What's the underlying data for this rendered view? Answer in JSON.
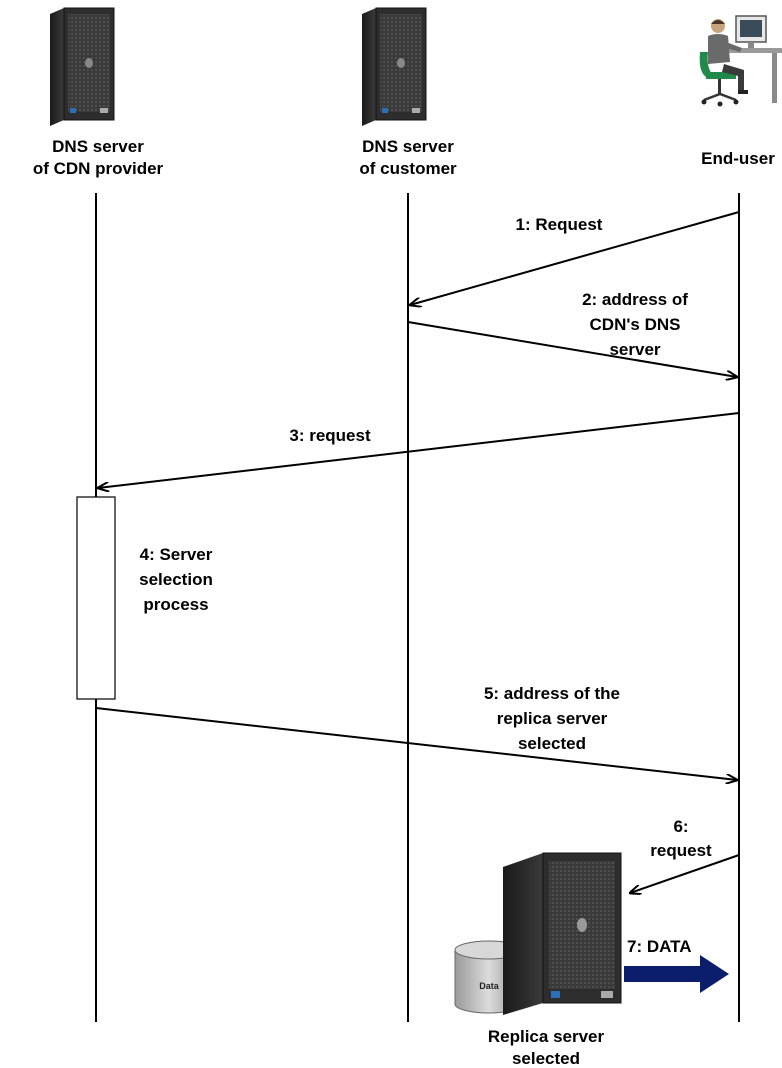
{
  "actors": {
    "cdn_dns": {
      "line1": "DNS server",
      "line2": "of CDN provider"
    },
    "customer_dns": {
      "line1": "DNS server",
      "line2": "of customer"
    },
    "end_user": {
      "label": "End-user"
    }
  },
  "messages": {
    "m1": {
      "line1": "1: Request"
    },
    "m2": {
      "line1": "2: address of",
      "line2": "CDN's DNS",
      "line3": "server"
    },
    "m3": {
      "line1": "3: request"
    },
    "m4": {
      "line1": "4: Server",
      "line2": "selection",
      "line3": "process"
    },
    "m5": {
      "line1": "5: address of the",
      "line2": "replica server",
      "line3": "selected"
    },
    "m6": {
      "line1": "6:",
      "line2": "request"
    },
    "m7": {
      "line1": "7: DATA"
    }
  },
  "replica": {
    "line1": "Replica server",
    "line2": "selected"
  },
  "data_store": {
    "label": "Data"
  },
  "colors": {
    "data_arrow": "#0b1e6b",
    "server_dark": "#2a2a2a",
    "server_mid": "#4a4a4a"
  }
}
